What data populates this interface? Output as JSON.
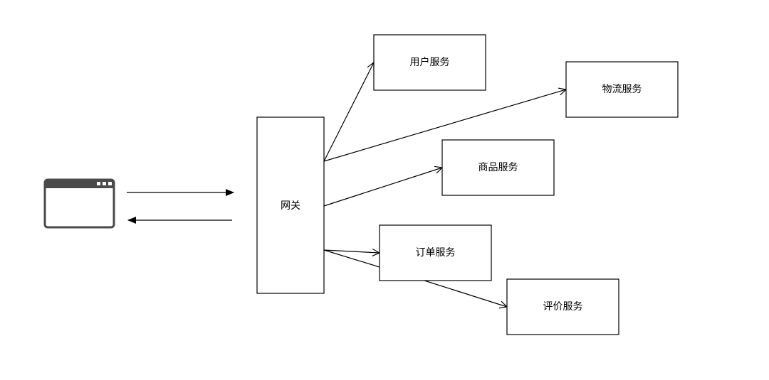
{
  "diagram": {
    "gateway": {
      "label": "网关"
    },
    "services": {
      "user": {
        "label": "用户服务"
      },
      "logistics": {
        "label": "物流服务"
      },
      "product": {
        "label": "商品服务"
      },
      "order": {
        "label": "订单服务"
      },
      "review": {
        "label": "评价服务"
      }
    },
    "client": {
      "icon": "browser-window-icon",
      "color": "#4a4a4a"
    }
  }
}
